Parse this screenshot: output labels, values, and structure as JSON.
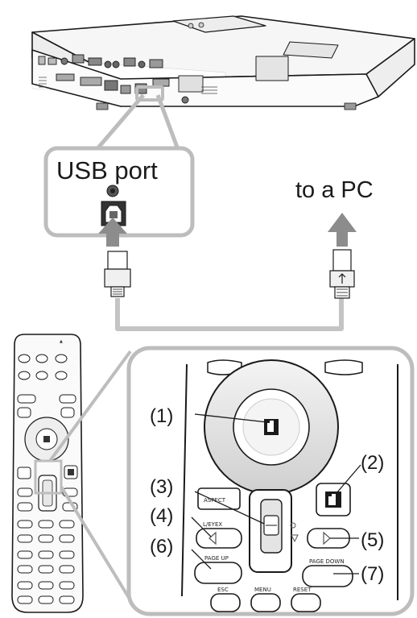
{
  "labels": {
    "usb_port": "USB port",
    "to_pc": "to a PC"
  },
  "callouts": [
    "(1)",
    "(2)",
    "(3)",
    "(4)",
    "(5)",
    "(6)",
    "(7)"
  ],
  "remote_buttons": {
    "aspect": "ASPECT",
    "l_eyex": "L/EYEX",
    "page_up": "PAGE UP",
    "page_down": "PAGE DOWN",
    "esc": "ESC",
    "menu": "MENU",
    "reset": "RESET"
  },
  "colors": {
    "line": "#1a1a1a",
    "callout_frame": "#bdbdbd",
    "arrow": "#8c8c8c"
  }
}
